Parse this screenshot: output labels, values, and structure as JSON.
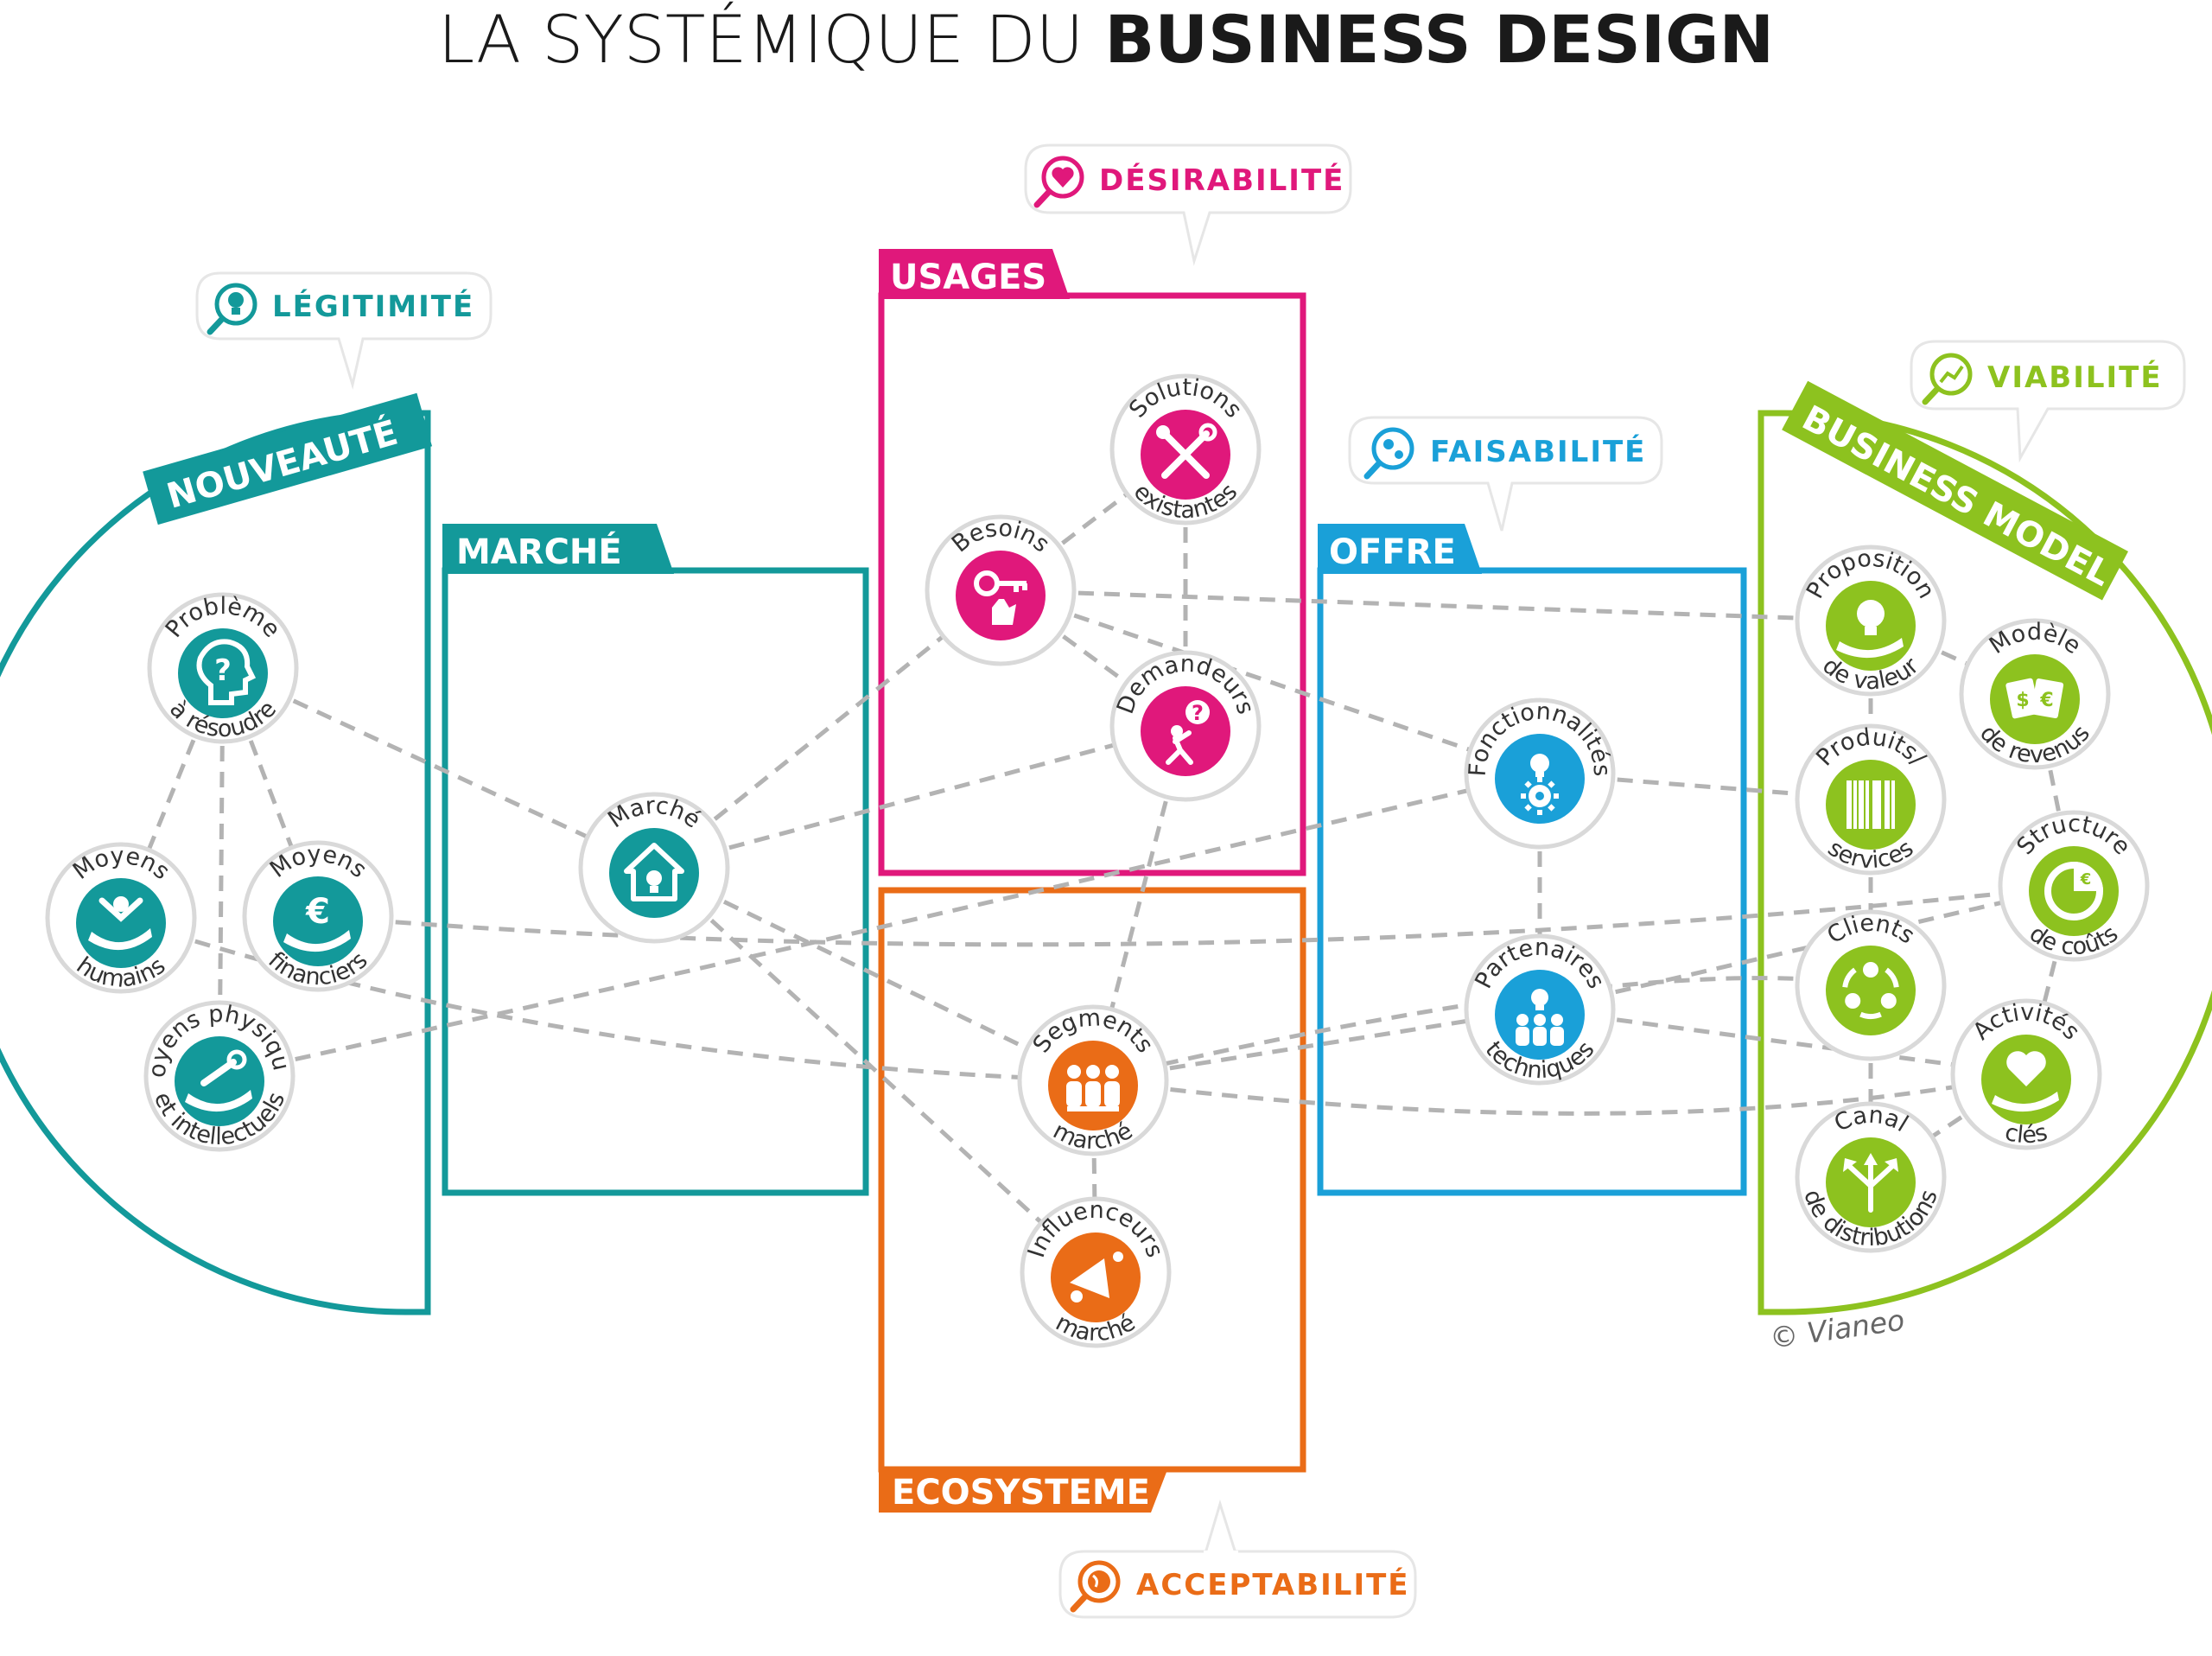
{
  "title": {
    "light": "LA SYSTÉMIQUE DU ",
    "bold": "BUSINESS DESIGN"
  },
  "credit": "© Vianeo",
  "colors": {
    "teal": "#13999a",
    "magenta": "#e0187b",
    "orange": "#ea6c17",
    "blue": "#1aa0d8",
    "green": "#8dc21f",
    "line": "#b3b3b3",
    "text": "#333333"
  },
  "criteria": {
    "legitimite": {
      "label": "LÉGITIMITÉ",
      "icon": "lightbulb-magnifier-icon"
    },
    "desirabilite": {
      "label": "DÉSIRABILITÉ",
      "icon": "heart-magnifier-icon"
    },
    "faisabilite": {
      "label": "FAISABILITÉ",
      "icon": "gears-magnifier-icon"
    },
    "viabilite": {
      "label": "VIABILITÉ",
      "icon": "chart-magnifier-icon"
    },
    "acceptabilite": {
      "label": "ACCEPTABILITÉ",
      "icon": "globe-magnifier-icon"
    }
  },
  "sections": {
    "nouveaute": "NOUVEAUTÉ",
    "marche": "MARCHÉ",
    "usages": "USAGES",
    "offre": "OFFRE",
    "ecosysteme": "ECOSYSTEME",
    "business_model": "BUSINESS MODEL"
  },
  "nodes": {
    "probleme": {
      "top": "Problème",
      "bottom": "à résoudre",
      "icon": "head-question-icon",
      "color": "teal"
    },
    "moyens_humains": {
      "top": "Moyens",
      "bottom": "humains",
      "icon": "hand-person-icon",
      "color": "teal"
    },
    "moyens_fin": {
      "top": "Moyens",
      "bottom": "financiers",
      "icon": "hand-euro-icon",
      "color": "teal"
    },
    "moyens_phys": {
      "top": "Moyens physiques",
      "bottom": "et intellectuels",
      "icon": "hand-wrench-icon",
      "color": "teal"
    },
    "marche": {
      "top": "Marché",
      "bottom": "",
      "icon": "house-bulb-icon",
      "color": "teal"
    },
    "besoins": {
      "top": "Besoins",
      "bottom": "",
      "icon": "key-hand-icon",
      "color": "magenta"
    },
    "solutions": {
      "top": "Solutions",
      "bottom": "existantes",
      "icon": "tools-icon",
      "color": "magenta"
    },
    "demandeurs": {
      "top": "Demandeurs",
      "bottom": "",
      "icon": "person-question-icon",
      "color": "magenta"
    },
    "segments": {
      "top": "Segments",
      "bottom": "marché",
      "icon": "people-group-icon",
      "color": "orange"
    },
    "influenceurs": {
      "top": "Influenceurs",
      "bottom": "marché",
      "icon": "megaphone-icon",
      "color": "orange"
    },
    "fonctionnalites": {
      "top": "Fonctionnalités",
      "bottom": "",
      "icon": "bulb-gear-icon",
      "color": "blue"
    },
    "partenaires": {
      "top": "Partenaires",
      "bottom": "techniques",
      "icon": "team-bulb-icon",
      "color": "blue"
    },
    "proposition": {
      "top": "Proposition",
      "bottom": "de valeur",
      "icon": "hand-bulb-icon",
      "color": "green"
    },
    "modele": {
      "top": "Modèle",
      "bottom": "de revenus",
      "icon": "banknotes-icon",
      "color": "green"
    },
    "produits": {
      "top": "Produits/",
      "bottom": "services",
      "icon": "barcode-icon",
      "color": "green"
    },
    "structure": {
      "top": "Structure",
      "bottom": "de coûts",
      "icon": "pie-euro-icon",
      "color": "green"
    },
    "clients": {
      "top": "Clients",
      "bottom": "",
      "icon": "clients-cycle-icon",
      "color": "green"
    },
    "activites": {
      "top": "Activités",
      "bottom": "clés",
      "icon": "hand-heart-icon",
      "color": "green"
    },
    "canal": {
      "top": "Canal",
      "bottom": "de distributions",
      "icon": "arrows-split-icon",
      "color": "green"
    }
  }
}
